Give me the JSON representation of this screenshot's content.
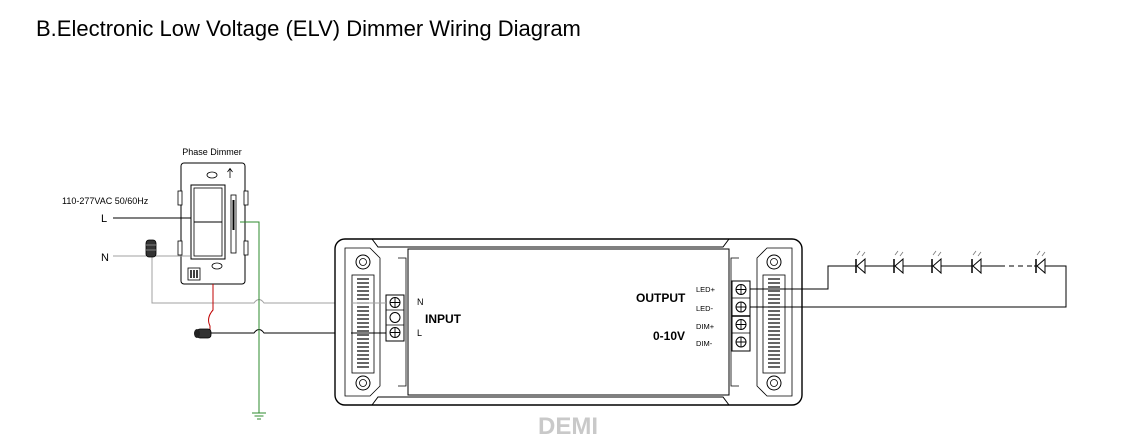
{
  "title": "B.Electronic Low Voltage (ELV) Dimmer Wiring Diagram",
  "dimmer": {
    "label": "Phase Dimmer"
  },
  "supply": {
    "voltage": "110-277VAC 50/60Hz",
    "line": "L",
    "neutral": "N"
  },
  "driver": {
    "input_label": "INPUT",
    "input_n": "N",
    "input_l": "L",
    "output_label": "OUTPUT",
    "led_plus": "LED+",
    "led_minus": "LED-",
    "dim_label": "0-10V",
    "dim_plus": "DIM+",
    "dim_minus": "DIM-"
  },
  "led_string": {
    "count_shown": 5
  },
  "watermark": "DEMI",
  "colors": {
    "line": "#000000",
    "neutral_wire": "#a0a0a0",
    "red_wire": "#c00000",
    "ground_wire": "#2e8b2e",
    "watermark": "#c9c9c9"
  }
}
